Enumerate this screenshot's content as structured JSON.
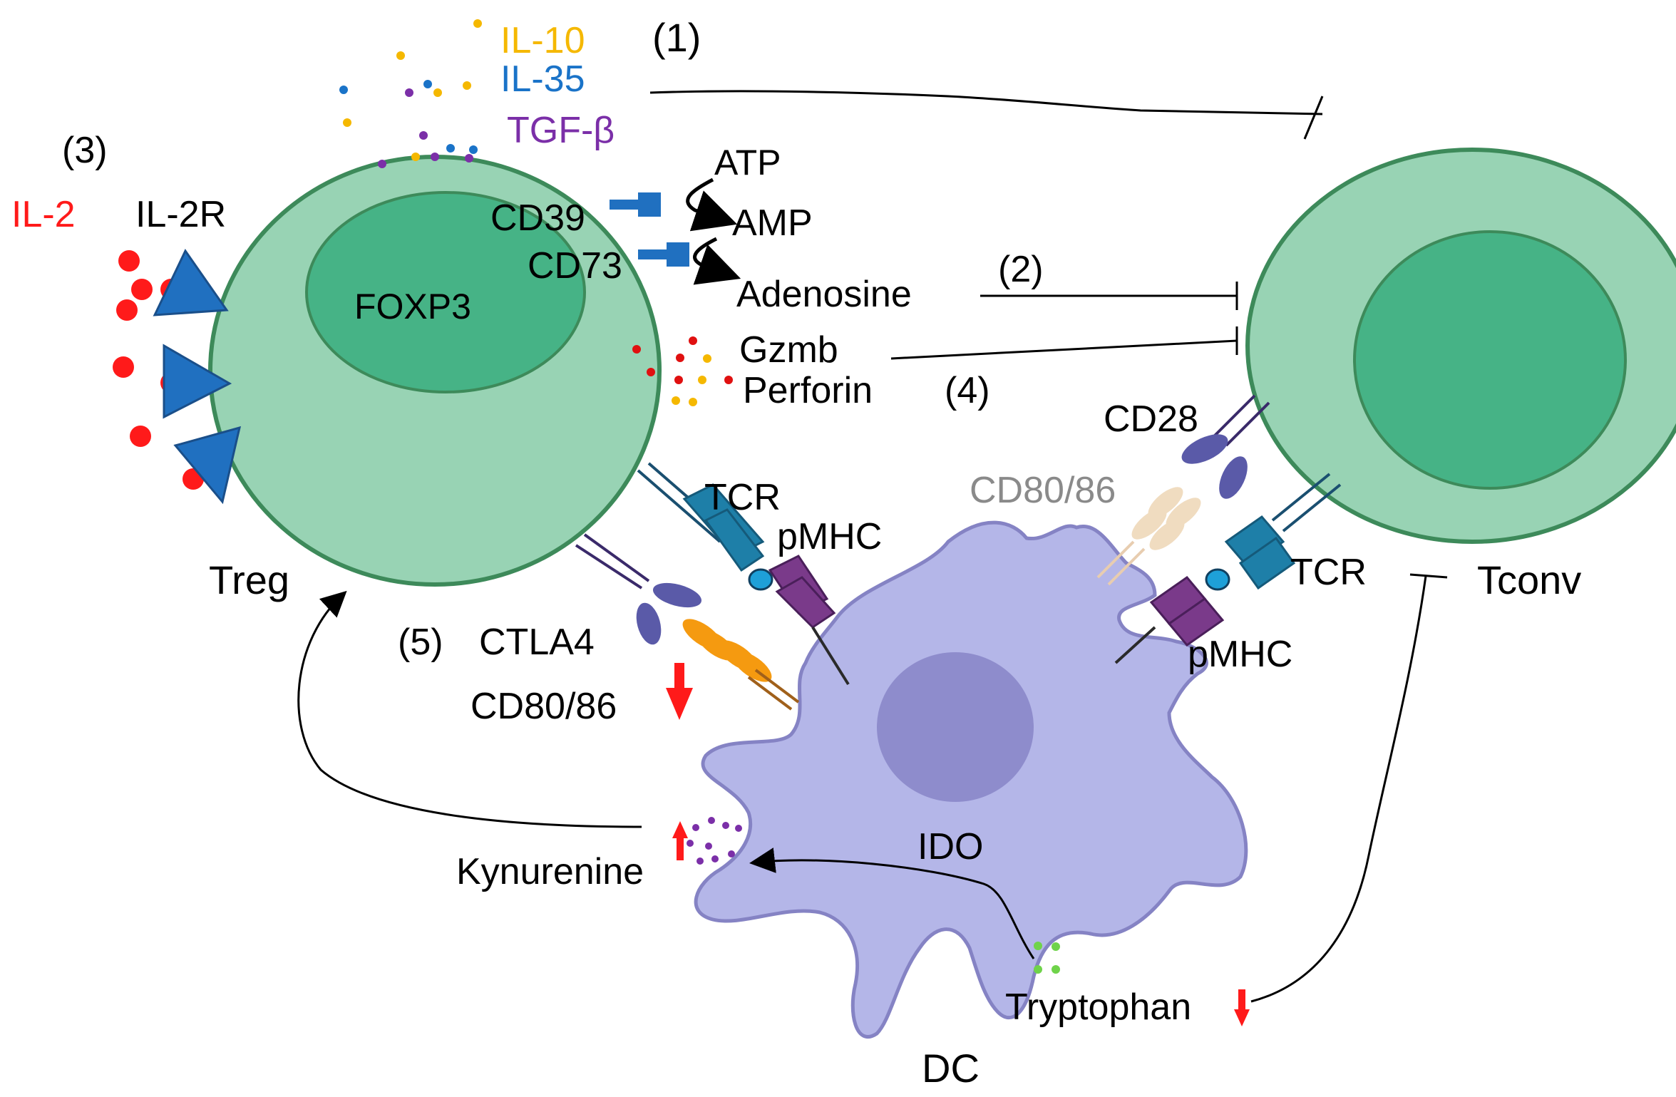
{
  "labels": {
    "step1": "(1)",
    "step2": "(2)",
    "step3": "(3)",
    "step4": "(4)",
    "step5": "(5)",
    "il10": "IL-10",
    "il35": "IL-35",
    "tgfb": "TGF-β",
    "il2": "IL-2",
    "il2r": "IL-2R",
    "foxp3": "FOXP3",
    "cd39": "CD39",
    "cd73": "CD73",
    "atp": "ATP",
    "amp": "AMP",
    "adenosine": "Adenosine",
    "gzmb": "Gzmb",
    "perforin": "Perforin",
    "cd28": "CD28",
    "cd80_86_grey": "CD80/86",
    "tcr_treg": "TCR",
    "pmhc_treg": "pMHC",
    "tcr_tconv": "TCR",
    "pmhc_tconv": "pMHC",
    "ctla4": "CTLA4",
    "cd80_86": "CD80/86",
    "treg": "Treg",
    "tconv": "Tconv",
    "ido": "IDO",
    "kynurenine": "Kynurenine",
    "tryptophan": "Tryptophan",
    "dc": "DC"
  },
  "colors": {
    "il10": "#f5b800",
    "il35": "#1a73c8",
    "tgfb": "#7b2fa8",
    "il2": "#ff1a1a",
    "cell_outer": "#98d3b4",
    "cell_nucleus": "#46b386",
    "cell_border": "#3d8a5a",
    "dc_body": "#b4b6e8",
    "dc_nucleus": "#8e8ccc",
    "receptor_blue": "#2070c0",
    "arrow_red": "#ff1a1a",
    "grey_text": "#8a8a8a"
  }
}
